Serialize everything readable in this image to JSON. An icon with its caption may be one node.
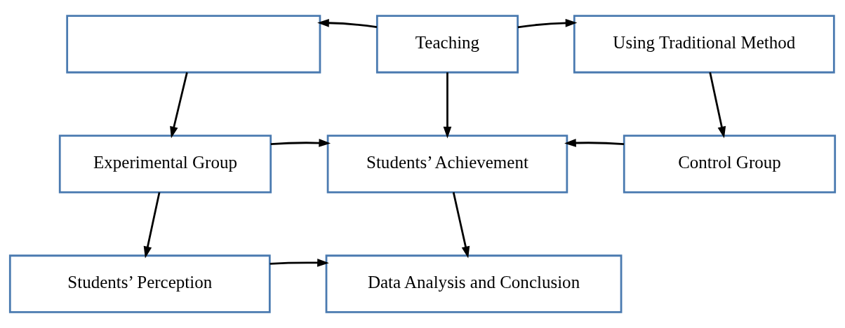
{
  "diagram": {
    "nodes": [
      {
        "text": [],
        "shape": "box"
      },
      {
        "text": [
          "Teaching"
        ]
      },
      {
        "text": [
          "Using Traditional Method"
        ]
      },
      {
        "text": [
          "Experimental Group"
        ]
      },
      {
        "text": [
          "Students’ Achievement"
        ]
      },
      {
        "text": [
          "Control Group"
        ]
      },
      {
        "text": [
          "Students’ Perception"
        ]
      },
      {
        "text": [
          "Data Analysis and Conclusion"
        ]
      }
    ],
    "edges": [
      {
        "from": 1,
        "to": 0,
        "arrow": "to"
      },
      {
        "from": 1,
        "to": 2,
        "arrow": "to"
      },
      {
        "from": 1,
        "to": 4,
        "arrow": "to"
      },
      {
        "from": 0,
        "to": 3,
        "arrow": "to"
      },
      {
        "from": 2,
        "to": 5,
        "arrow": "to"
      },
      {
        "from": 3,
        "to": 4,
        "arrow": "to"
      },
      {
        "from": 5,
        "to": 4,
        "arrow": "to"
      },
      {
        "from": 3,
        "to": 6,
        "arrow": "to"
      },
      {
        "from": 4,
        "to": 7,
        "arrow": "to"
      },
      {
        "from": 6,
        "to": 7,
        "arrow": "to"
      }
    ]
  }
}
